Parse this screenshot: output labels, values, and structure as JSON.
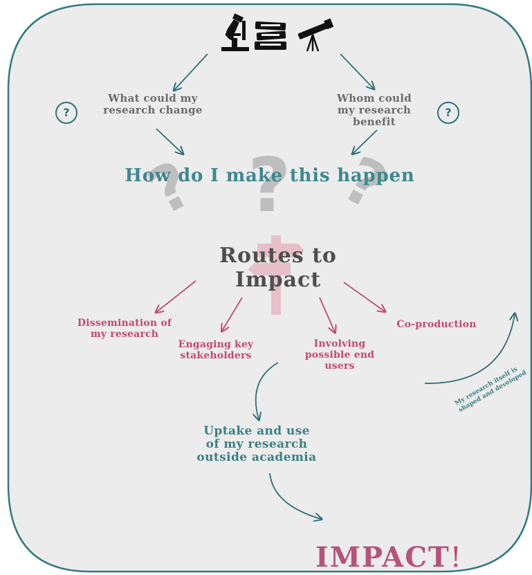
{
  "question_left": "What could  my\nresearch change",
  "question_right": "Whom could\nmy research\nbenefit",
  "question_mark": "?",
  "how_heading": "How do I make this happen",
  "routes_heading": "Routes to\nImpact",
  "routes": [
    "Dissemination of\nmy research",
    "Engaging key\nstakeholders",
    "Involving\npossible end\nusers",
    "Co-production"
  ],
  "uptake_text": "Uptake and use\nof my research\noutside academia",
  "impact_word": "IMPACT",
  "impact_mark": "!",
  "side_note": "My research itself is\nshaped and developed",
  "colors": {
    "teal": "#2f6f78",
    "pink": "#c2486f",
    "grey": "#6a6a6a",
    "panel": "#ececec"
  },
  "icons": [
    "microscope-icon",
    "books-icon",
    "telescope-icon",
    "signpost-icon"
  ]
}
